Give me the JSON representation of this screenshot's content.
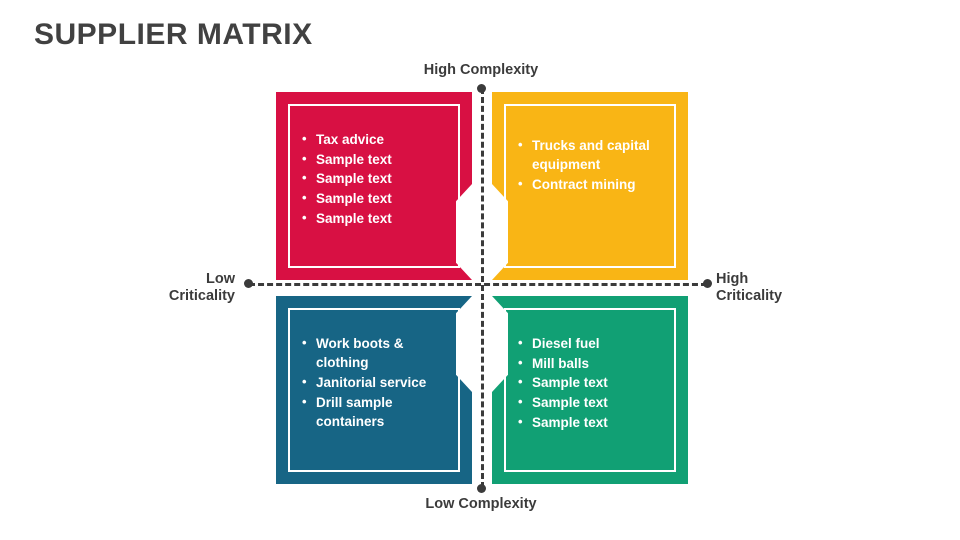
{
  "title": "SUPPLIER MATRIX",
  "axes": {
    "top_label": "High Complexity",
    "bottom_label": "Low Complexity",
    "left_label_line1": "Low",
    "left_label_line2": "Criticality",
    "right_label_line1": "High",
    "right_label_line2": "Criticality"
  },
  "colors": {
    "top_left": "#D81043",
    "top_right": "#F9B515",
    "bottom_left": "#176585",
    "bottom_right": "#11A074",
    "title": "#414141",
    "axis": "#3B3B3B",
    "background": "#FFFFFF"
  },
  "quadrants": {
    "top_left": {
      "name": "Low Criticality / High Complexity",
      "items": [
        "Tax advice",
        "Sample text",
        "Sample text",
        "Sample text",
        "Sample text"
      ]
    },
    "top_right": {
      "name": "High Criticality / High Complexity",
      "items": [
        "Trucks and capital equipment",
        "Contract mining"
      ]
    },
    "bottom_left": {
      "name": "Low Criticality / Low Complexity",
      "items": [
        "Work boots & clothing",
        "Janitorial service",
        "Drill sample containers"
      ]
    },
    "bottom_right": {
      "name": "High Criticality / Low Complexity",
      "items": [
        "Diesel fuel",
        "Mill balls",
        "Sample text",
        "Sample text",
        "Sample text"
      ]
    }
  }
}
